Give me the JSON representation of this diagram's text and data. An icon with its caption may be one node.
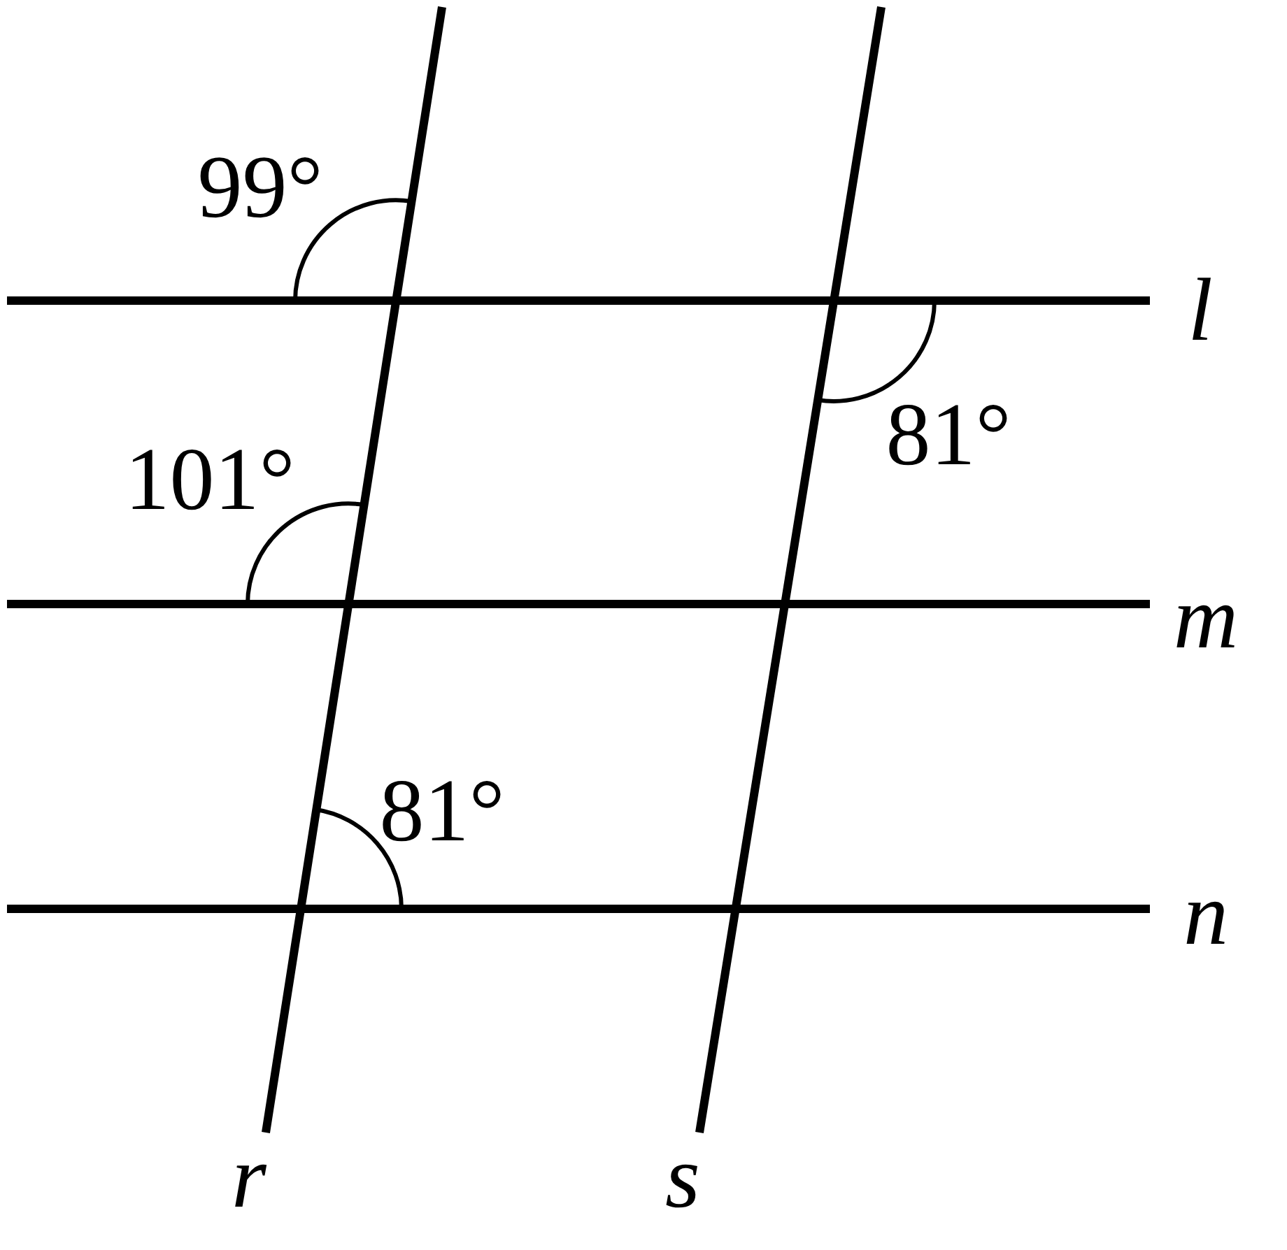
{
  "diagram": {
    "labels": [
      "99°",
      "l",
      "101°",
      "81°",
      "m",
      "81°",
      "n",
      "r",
      "s"
    ]
  }
}
